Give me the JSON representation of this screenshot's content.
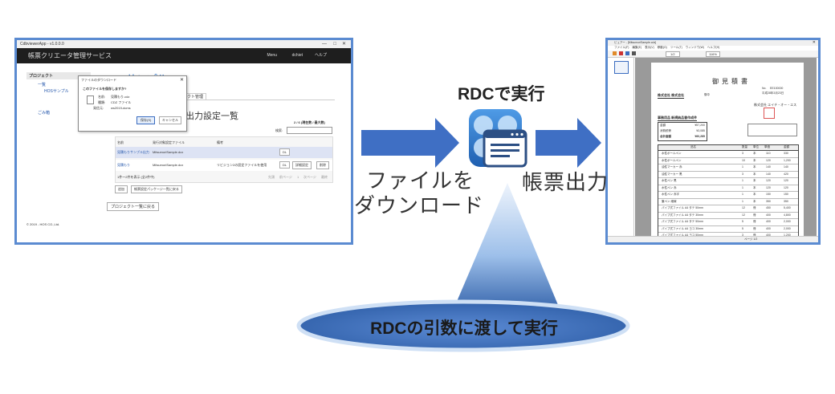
{
  "left_screenshot": {
    "window_title": "CdbviewerApp - v1.0.0.0",
    "app_title": "帳票クリエータ管理サービス",
    "nav": [
      "Menu",
      "dchiet",
      "ヘルプ"
    ],
    "sidebar_title": "プロジェクト",
    "sidebar_items": [
      "一覧",
      "HOSサンプル",
      "ごみ箱"
    ],
    "page_heading": "HOSサンプル",
    "tab_label": "ジェクト管理",
    "section_title": "出力設定一覧",
    "paging": "2 / 6 (現在数 / 最大数)",
    "search_label": "検索:",
    "col_headers": [
      "名前",
      "発行対象設定ファイル",
      "備考"
    ],
    "rows": [
      {
        "name": "見積もりサンプル出力",
        "file": "MitsumoriSample.dcx",
        "note": "",
        "actions": [
          "DL"
        ]
      },
      {
        "name": "見積もり",
        "file": "MitsumoriSample.dcx",
        "note": "リビジョン2の設定ファイルを使用",
        "actions": [
          "DL",
          "詳細設定",
          "削除"
        ]
      }
    ],
    "row_count_text": "1件〜2件を表示 (全2件中)",
    "pager_buttons": [
      "先頭",
      "前ページ",
      "1",
      "次ページ",
      "最終"
    ],
    "bottom_buttons": [
      "追加",
      "帳票設定パッケージ一覧に戻る"
    ],
    "back_button": "プロジェクト一覧に戻る",
    "footer": "© 2019 - HOS CO.,Ltd.",
    "dialog": {
      "title": "ファイルのダウンロード",
      "question": "このファイルを保存しますか?",
      "name_label": "名前:",
      "name_value": "見積もり.cdz",
      "type_label": "種類:",
      "type_value": "CDZ ファイル",
      "from_label": "発信元:",
      "from_value": "ws2019-dcms",
      "save_button": "保存(S)",
      "cancel_button": "キャンセル"
    }
  },
  "right_screenshot": {
    "window_title": "ビュアー - [MitsumoriSample.cdz]",
    "menu": [
      "ファイル(F)",
      "編集(E)",
      "表示(V)",
      "移動(G)",
      "ツール(T)",
      "ウィンドウ(W)",
      "ヘルプ(H)"
    ],
    "page_indicator": "1/2",
    "zoom": "116%",
    "doc_title": "御見積書",
    "no_label": "No.",
    "no_value": "EE100000",
    "date": "平成28年3月23日",
    "customer": "株式会社 株式会社",
    "honorific": "御中",
    "vendor": "株式会社 エイチ・オー・エス",
    "subject": "事務用品 新規納品書作成件",
    "amounts": [
      {
        "label": "金額",
        "value": "¥57,200"
      },
      {
        "label": "消費税等",
        "value": "¥3,085"
      },
      {
        "label": "合計金額",
        "value": "¥60,285"
      }
    ],
    "table_headers": [
      "品名",
      "数量",
      "単位",
      "単価",
      "金額"
    ],
    "items": [
      {
        "name": "水性ボールペン",
        "qty": "3",
        "unit": "本",
        "price": "110",
        "amount": "330"
      },
      {
        "name": "水性ボールペン",
        "qty": "10",
        "unit": "本",
        "price": "120",
        "amount": "1,200"
      },
      {
        "name": "油性マーカー 赤",
        "qty": "1",
        "unit": "本",
        "price": "140",
        "amount": "140"
      },
      {
        "name": "油性マーカー 黒",
        "qty": "3",
        "unit": "本",
        "price": "140",
        "amount": "420"
      },
      {
        "name": "水性ペン 黒",
        "qty": "1",
        "unit": "本",
        "price": "120",
        "amount": "120"
      },
      {
        "name": "水性ペン 赤",
        "qty": "1",
        "unit": "本",
        "price": "120",
        "amount": "120"
      },
      {
        "name": "水性ペン 赤字",
        "qty": "1",
        "unit": "本",
        "price": "150",
        "amount": "150"
      },
      {
        "name": "筆ペン 細線",
        "qty": "1",
        "unit": "本",
        "price": "350",
        "amount": "350"
      },
      {
        "name": "パイプ式ファイル A4 タテ 50mm",
        "qty": "12",
        "unit": "冊",
        "price": "450",
        "amount": "5,400"
      },
      {
        "name": "パイプ式ファイル A4 タテ 30mm",
        "qty": "12",
        "unit": "冊",
        "price": "400",
        "amount": "4,800"
      },
      {
        "name": "パイプ式ファイル A4 タテ 50mm",
        "qty": "5",
        "unit": "冊",
        "price": "400",
        "amount": "2,000"
      },
      {
        "name": "パイプ式ファイル A4 ヨコ 30mm",
        "qty": "5",
        "unit": "冊",
        "price": "400",
        "amount": "2,000"
      },
      {
        "name": "パイプ式ファイル A4 ヨコ 50mm",
        "qty": "3",
        "unit": "冊",
        "price": "400",
        "amount": "1,200"
      }
    ],
    "status": "ページ 1/2"
  },
  "labels": {
    "rdc_title": "RDCで実行",
    "download_line1": "ファイルを",
    "download_line2": "ダウンロード",
    "output_label": "帳票出力",
    "callout": "RDCの引数に渡して実行"
  },
  "colors": {
    "arrow": "#3f6fc4",
    "frame": "#5b8bd1",
    "callout_dark": "#2f5fa8",
    "callout_light": "#9ec0ea",
    "app_icon": "#2a72c8"
  }
}
